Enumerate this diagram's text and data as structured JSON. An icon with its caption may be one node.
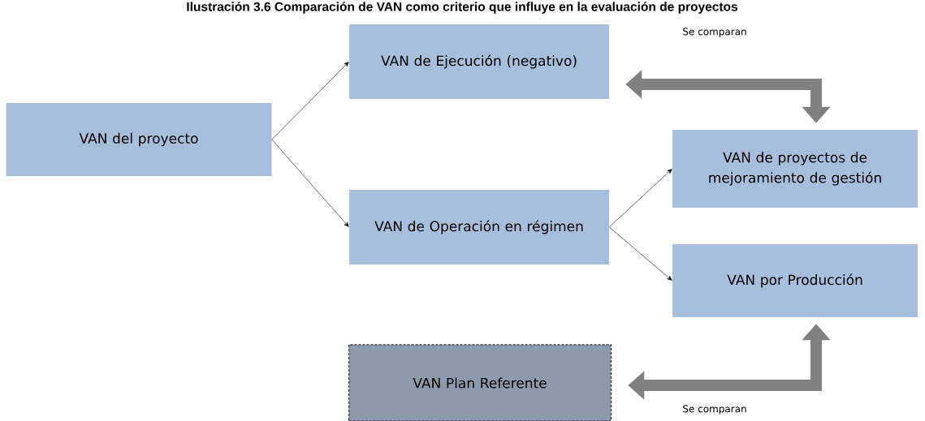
{
  "diagram": {
    "title": "Ilustración 3.6 Comparación de VAN como criterio que influye en la evaluación de proyectos",
    "nodes": [
      {
        "text": [
          "VAN del proyecto"
        ]
      },
      {
        "text": [
          "VAN de Ejecución (negativo)"
        ]
      },
      {
        "text": [
          "VAN de Operación en régimen"
        ]
      },
      {
        "text": [
          "VAN de proyectos de mejoramiento de gestión"
        ]
      },
      {
        "text": [
          "VAN por Producción"
        ]
      },
      {
        "text": [
          "VAN Plan Referente"
        ]
      }
    ],
    "edges": [
      {
        "from": 0,
        "to": 1,
        "arrow": "to"
      },
      {
        "from": 0,
        "to": 2,
        "arrow": "to"
      },
      {
        "from": 2,
        "to": 3,
        "arrow": "to"
      },
      {
        "from": 2,
        "to": 4,
        "arrow": "to"
      },
      {
        "from": 3,
        "to": 1,
        "arrow": "both",
        "label": "Se comparan",
        "style": "thick",
        "color": "#808080"
      },
      {
        "from": 4,
        "to": 5,
        "arrow": "both",
        "label": "Se comparan",
        "style": "thick",
        "color": "#808080"
      }
    ]
  }
}
